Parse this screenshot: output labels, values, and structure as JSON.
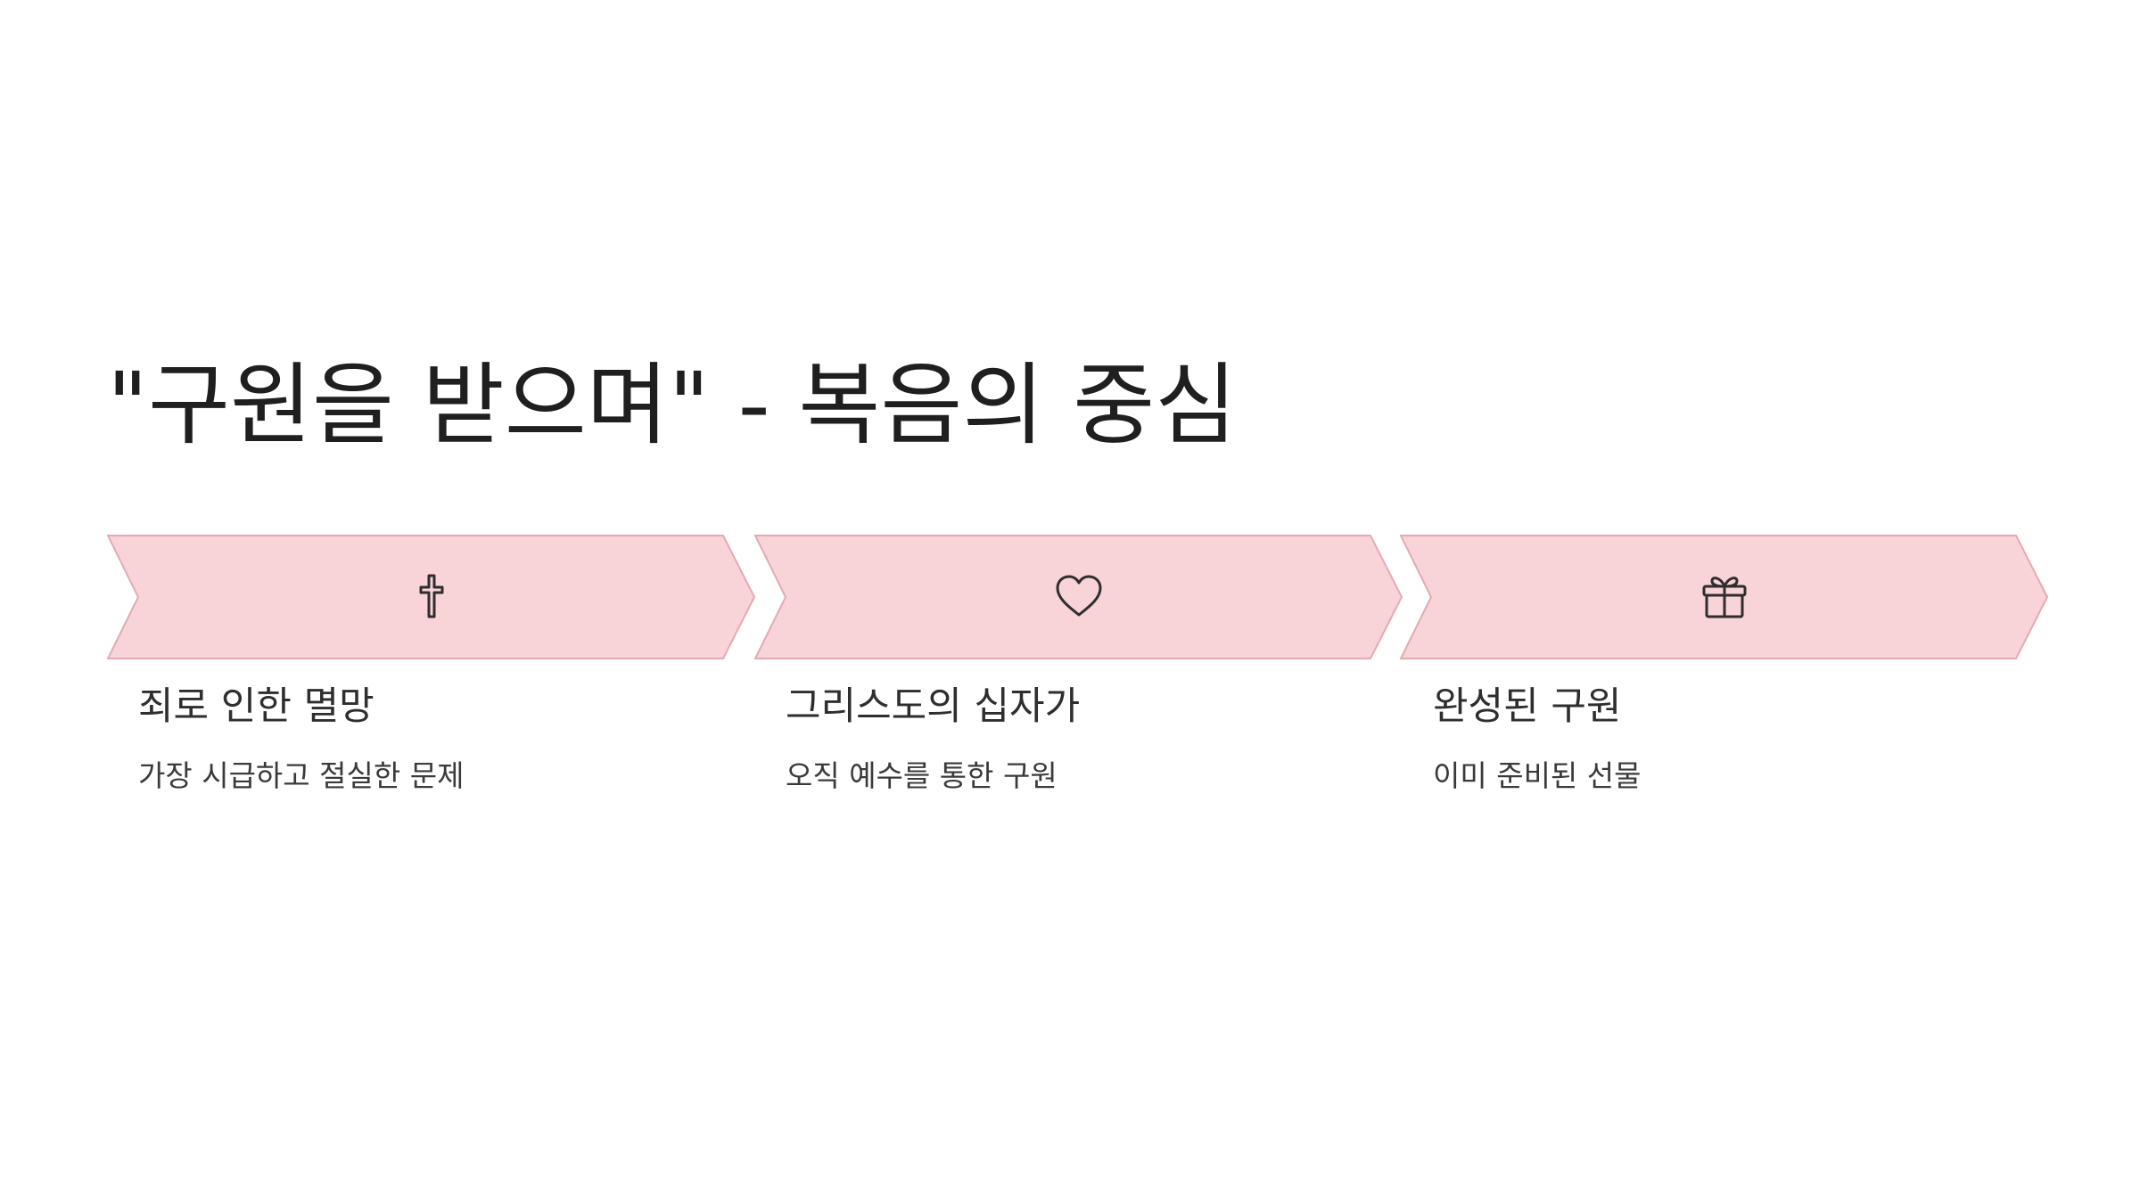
{
  "title": "\"구원을 받으며\" - 복음의 중심",
  "colors": {
    "chevron_fill": "#f8d3d8",
    "chevron_stroke": "#e3aab2",
    "icon_stroke": "#2e2e2e"
  },
  "steps": [
    {
      "icon": "cross-icon",
      "title": "죄로 인한 멸망",
      "description": "가장 시급하고 절실한 문제"
    },
    {
      "icon": "heart-icon",
      "title": "그리스도의 십자가",
      "description": "오직 예수를 통한 구원"
    },
    {
      "icon": "gift-icon",
      "title": "완성된 구원",
      "description": "이미 준비된 선물"
    }
  ]
}
